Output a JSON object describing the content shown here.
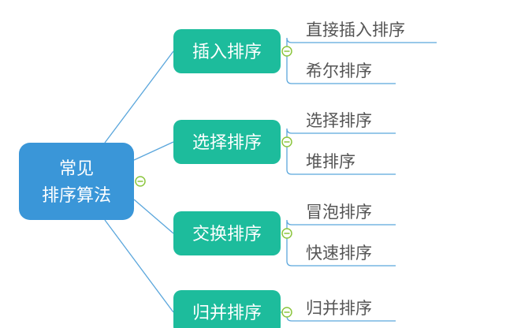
{
  "root": {
    "lines": [
      "常见",
      "排序算法"
    ],
    "color": "#3a96d8"
  },
  "branch_color": "#1dbc9c",
  "link_color": "#5aa6dc",
  "collapse_color": "#8cc63f",
  "branches": [
    {
      "label": "插入排序",
      "children": [
        "直接插入排序",
        "希尔排序"
      ]
    },
    {
      "label": "选择排序",
      "children": [
        "选择排序",
        "堆排序"
      ]
    },
    {
      "label": "交换排序",
      "children": [
        "冒泡排序",
        "快速排序"
      ]
    },
    {
      "label": "归并排序",
      "children": [
        "归并排序"
      ]
    }
  ]
}
